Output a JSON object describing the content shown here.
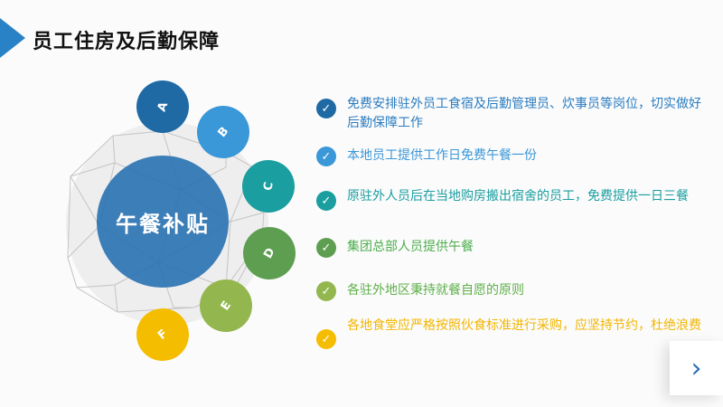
{
  "header": {
    "title": "员工住房及后勤保障"
  },
  "diagram": {
    "center_label": "午餐补贴",
    "nodes": [
      {
        "label": "A",
        "color": "#1f6aa5"
      },
      {
        "label": "B",
        "color": "#3a97d8"
      },
      {
        "label": "C",
        "color": "#1a9ea0"
      },
      {
        "label": "D",
        "color": "#5e9e51"
      },
      {
        "label": "E",
        "color": "#93b74e"
      },
      {
        "label": "F",
        "color": "#f5bd00"
      }
    ]
  },
  "items": [
    {
      "text": "免费安排驻外员工食宿及后勤管理员、炊事员等岗位，切实做好后勤保障工作",
      "color": "#1f6aa5",
      "text_color": "#2a7cc0"
    },
    {
      "text": "本地员工提供工作日免费午餐一份",
      "color": "#3a97d8",
      "text_color": "#3a97d8"
    },
    {
      "text": "原驻外人员后在当地购房搬出宿舍的员工，免费提供一日三餐",
      "color": "#1a9ea0",
      "text_color": "#1a9ea0"
    },
    {
      "text": "集团总部人员提供午餐",
      "color": "#5e9e51",
      "text_color": "#4cae4c"
    },
    {
      "text": "各驻外地区秉持就餐自愿的原则",
      "color": "#93b74e",
      "text_color": "#5eb04a"
    },
    {
      "text": "各地食堂应严格按照伙食标准进行采购，应坚持节约，杜绝浪费",
      "color": "#f5bd00",
      "text_color": "#f2b600"
    }
  ],
  "nav": {
    "icon": "chevron-right-icon",
    "glyph": "›"
  }
}
